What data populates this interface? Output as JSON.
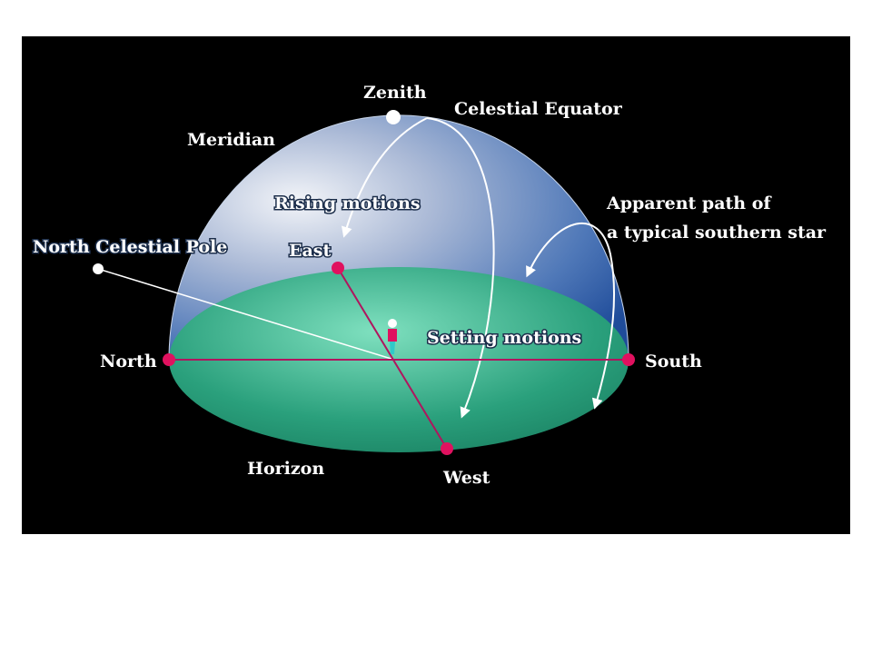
{
  "colors": {
    "background": "#000000",
    "horizon_plane": "#2e9e7a",
    "dome": "#4f7fc4",
    "marker": "#e0115f",
    "line": "#ffffff"
  },
  "labels": {
    "zenith": "Zenith",
    "celestial_equator": "Celestial Equator",
    "meridian": "Meridian",
    "rising_motions": "Rising motions",
    "apparent_path_line1": "Apparent path of",
    "apparent_path_line2": "a typical southern star",
    "north_celestial_pole": "North Celestial Pole",
    "east": "East",
    "setting_motions": "Setting motions",
    "north": "North",
    "south": "South",
    "horizon": "Horizon",
    "west": "West"
  }
}
